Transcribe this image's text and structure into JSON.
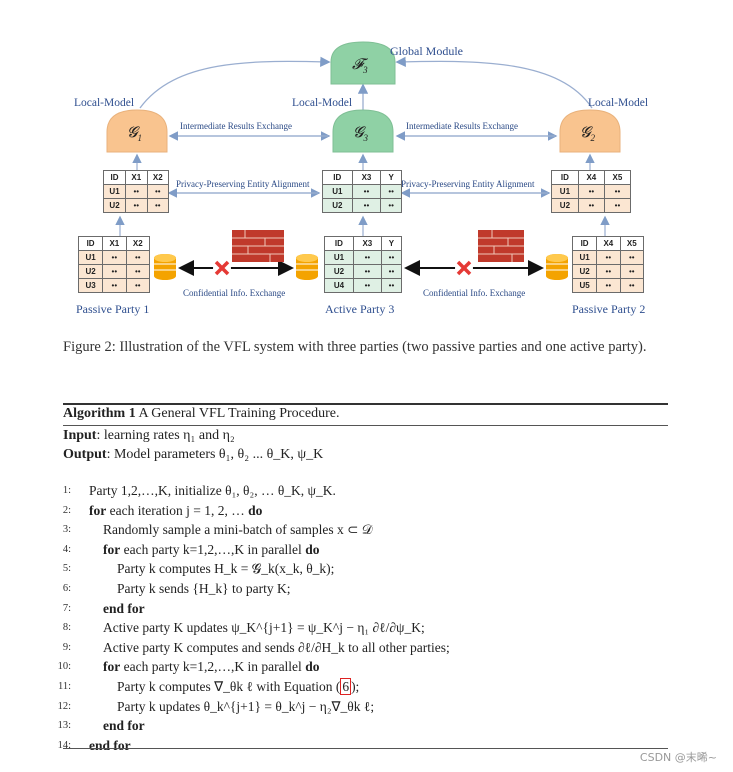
{
  "figure": {
    "global_module": "Global Module",
    "f3": "𝓕",
    "f3_sub": "3",
    "local_model_left": "Local-Model",
    "local_model_center": "Local-Model",
    "local_model_right": "Local-Model",
    "g1": "𝓖",
    "g1_sub": "1",
    "g3": "𝓖",
    "g3_sub": "3",
    "g2": "𝓖",
    "g2_sub": "2",
    "exchange_left": "Intermediate Results Exchange",
    "exchange_right": "Intermediate Results Exchange",
    "align_left": "Privacy-Preserving Entity Alignment",
    "align_right": "Privacy-Preserving Entity Alignment",
    "confidential_left": "Confidential Info. Exchange",
    "confidential_right": "Confidential Info. Exchange",
    "party_passive1": "Passive Party 1",
    "party_active3": "Active Party 3",
    "party_passive2": "Passive Party 2",
    "table_top_left": [
      [
        "ID",
        "X1",
        "X2"
      ],
      [
        "U1",
        "••",
        "••"
      ],
      [
        "U2",
        "••",
        "••"
      ]
    ],
    "table_top_center": [
      [
        "ID",
        "X3",
        "Y"
      ],
      [
        "U1",
        "••",
        "••"
      ],
      [
        "U2",
        "••",
        "••"
      ]
    ],
    "table_top_right": [
      [
        "ID",
        "X4",
        "X5"
      ],
      [
        "U1",
        "••",
        "••"
      ],
      [
        "U2",
        "••",
        "••"
      ]
    ],
    "table_bottom_left": [
      [
        "ID",
        "X1",
        "X2"
      ],
      [
        "U1",
        "••",
        "••"
      ],
      [
        "U2",
        "••",
        "••"
      ],
      [
        "U3",
        "••",
        "••"
      ]
    ],
    "table_bottom_center": [
      [
        "ID",
        "X3",
        "Y"
      ],
      [
        "U1",
        "••",
        "••"
      ],
      [
        "U2",
        "••",
        "••"
      ],
      [
        "U4",
        "••",
        "••"
      ]
    ],
    "table_bottom_right": [
      [
        "ID",
        "X4",
        "X5"
      ],
      [
        "U1",
        "••",
        "••"
      ],
      [
        "U2",
        "••",
        "••"
      ],
      [
        "U5",
        "••",
        "••"
      ]
    ],
    "colors": {
      "orange": "#f9c48f",
      "green": "#8fd1a5",
      "arrow": "#7f9cc7",
      "cross": "#e53935"
    }
  },
  "caption": "Figure 2: Illustration of the VFL system with three parties (two passive parties and one active party).",
  "algorithm": {
    "label": "Algorithm 1",
    "title": "A General VFL Training Procedure.",
    "input_label": "Input",
    "input_text": ": learning rates η₁ and η₂",
    "output_label": "Output",
    "output_text": ": Model parameters θ₁, θ₂ ... θ_K, ψ_K",
    "lines": [
      {
        "n": "1:",
        "text": "Party 1,2,…,K, initialize θ₁, θ₂, … θ_K, ψ_K."
      },
      {
        "n": "2:",
        "kw": "for",
        "text": " each iteration j = 1, 2, … ",
        "kw2": "do"
      },
      {
        "n": "3:",
        "text": "Randomly sample a mini-batch of samples x ⊂ 𝒟"
      },
      {
        "n": "4:",
        "kw": "for",
        "text": " each party k=1,2,…,K in parallel ",
        "kw2": "do"
      },
      {
        "n": "5:",
        "text": "Party k computes H_k = 𝓖_k(x_k, θ_k);"
      },
      {
        "n": "6:",
        "text": "Party k sends {H_k} to party K;"
      },
      {
        "n": "7:",
        "kw": "end for"
      },
      {
        "n": "8:",
        "text": "Active party K updates ψ_K^{j+1} = ψ_K^j − η₁ ∂ℓ/∂ψ_K;"
      },
      {
        "n": "9:",
        "text": "Active party K computes and sends ∂ℓ/∂H_k to all other parties;"
      },
      {
        "n": "10:",
        "kw": "for",
        "text": " each party k=1,2,…,K in parallel ",
        "kw2": "do"
      },
      {
        "n": "11:",
        "text": "Party k computes ∇_θk ℓ with Equation (",
        "ref": "6",
        "tail": ");"
      },
      {
        "n": "12:",
        "text": "Party k updates θ_k^{j+1} = θ_k^j − η₂∇_θk ℓ;"
      },
      {
        "n": "13:",
        "kw": "end for"
      },
      {
        "n": "14:",
        "kw": "end for"
      }
    ]
  },
  "watermark": "CSDN @末晞~"
}
